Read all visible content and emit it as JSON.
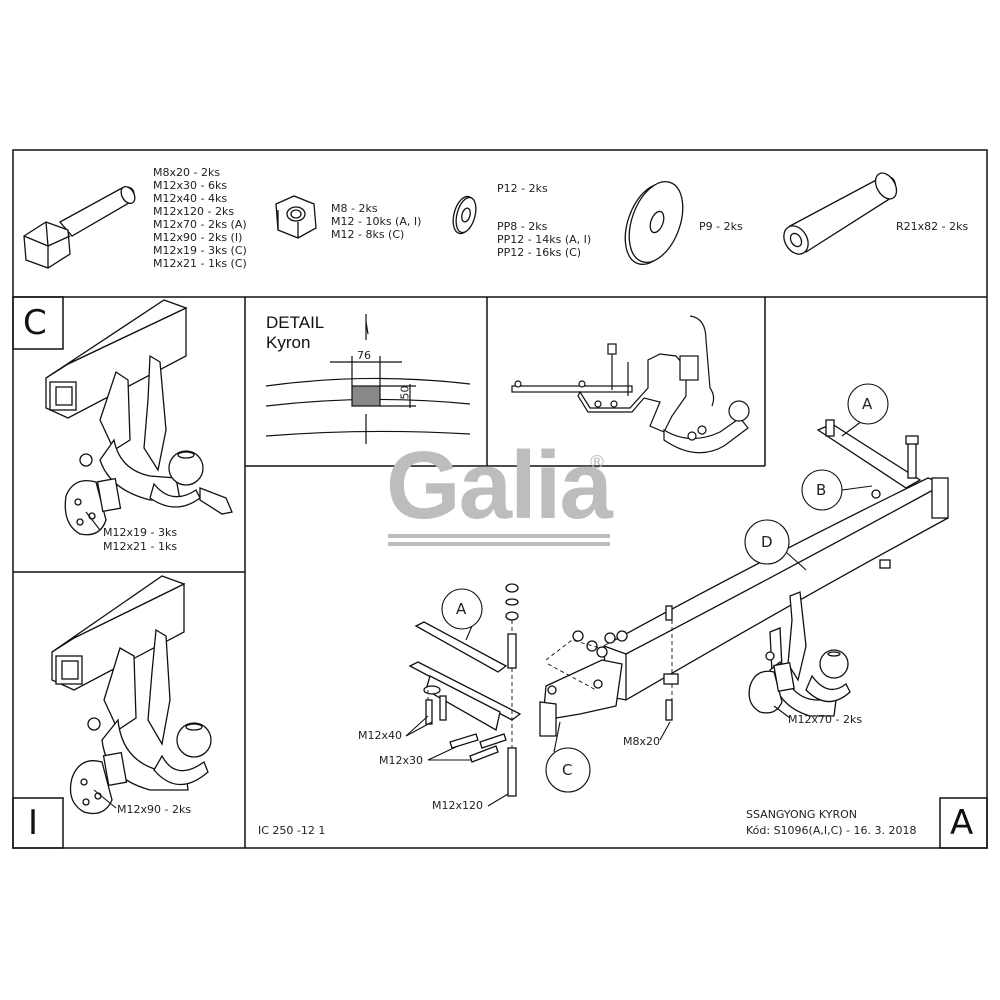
{
  "hardware": {
    "bolts": [
      "M8x20 - 2ks",
      "M12x30 - 6ks",
      "M12x40 - 4ks",
      "M12x120 - 2ks",
      "M12x70 - 2ks (A)",
      "M12x90 - 2ks (I)",
      "M12x19 - 3ks (C)",
      "M12x21 - 1ks (C)"
    ],
    "nuts": [
      "M8 - 2ks",
      "M12 - 10ks (A, I)",
      "M12 - 8ks (C)"
    ],
    "washers_top": "P12 - 2ks",
    "washers": [
      "PP8 - 2ks",
      "PP12 - 14ks (A, I)",
      "PP12 - 16ks (C)"
    ],
    "plate_washer": "P9 - 2ks",
    "spacer": "R21x82 - 2ks"
  },
  "panels": {
    "c_letter": "C",
    "i_letter": "I",
    "a_letter": "A",
    "c_labels": [
      "M12x19 - 3ks",
      "M12x21 - 1ks"
    ],
    "i_label": "M12x90 - 2ks",
    "detail_title": [
      "DETAIL",
      "Kyron"
    ],
    "detail_dim_w": "76",
    "detail_dim_h": "50"
  },
  "main": {
    "callouts": [
      "A",
      "B",
      "D",
      "A",
      "C"
    ],
    "labels": {
      "m12x70": "M12x70 - 2ks",
      "m8x20": "M8x20",
      "m12x40": "M12x40",
      "m12x30": "M12x30",
      "m12x120": "M12x120"
    }
  },
  "logo": {
    "text": "Galia",
    "reg": "®"
  },
  "footer": {
    "code": "IC 250 -12 1",
    "vehicle": "SSANGYONG KYRON",
    "kod": "Kód: S1096(A,I,C) - 16. 3. 2018"
  }
}
